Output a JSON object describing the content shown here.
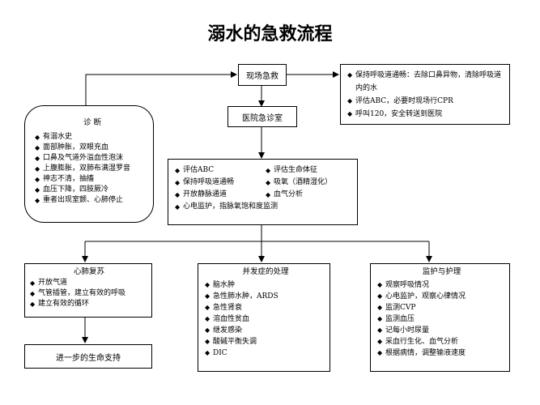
{
  "title": "溺水的急救流程",
  "nodes": {
    "scene_rescue": "现场急救",
    "hospital_room": "医院急诊室",
    "next_life_support": "进一步的生命支持"
  },
  "scene_actions": [
    "保持呼吸道通畅：去除口鼻异物，清除呼吸道内的水",
    "评估ABC，必要时现场行CPR",
    "呼叫120，安全转送到医院"
  ],
  "diagnosis": {
    "title": "诊  断",
    "items": [
      "有溺水史",
      "面部肿胀，双眼充血",
      "口鼻及气道外溢血性泡沫",
      "上腹膨胀，双肺布满湿罗音",
      "神志不清，抽搐",
      "血压下降，四肢厥冷",
      "重者出现室颤、心肺停止"
    ]
  },
  "emergency_actions": {
    "left": [
      "评估ABC",
      "保持呼吸道通畅",
      "开放静脉通道"
    ],
    "right": [
      "评估生命体征",
      "吸氧（酒精湿化）",
      "血气分析"
    ],
    "full": "心电监护，指脉氧饱和度监测"
  },
  "cpr": {
    "title": "心肺复苏",
    "items": [
      "开放气道",
      "气管插管，建立有效的呼吸",
      "建立有效的循环"
    ]
  },
  "complications": {
    "title": "并发症的处理",
    "items": [
      "脑水肿",
      "急性肺水肿，ARDS",
      "急性肾衰",
      "溶血性贫血",
      "继发感染",
      "酸碱平衡失调",
      "DIC"
    ]
  },
  "monitoring": {
    "title": "监护与护理",
    "items": [
      "观察呼吸情况",
      "心电监护，观察心律情况",
      "监测CVP",
      "监测血压",
      "记每小时尿量",
      "采血行生化、血气分析",
      "根据病情，调整输液速度"
    ]
  }
}
